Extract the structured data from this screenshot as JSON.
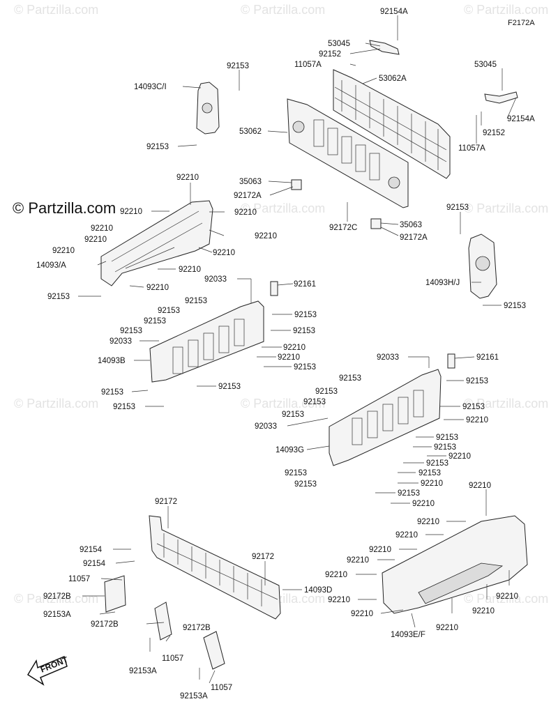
{
  "diagram_code": "F2172A",
  "watermark_text": "© Partzilla.com",
  "front_label": "FRONT",
  "labels": {
    "l01": "92154A",
    "l02": "53045",
    "l03": "92152",
    "l04": "11057A",
    "l05": "53062A",
    "l06": "92153",
    "l07": "14093C/I",
    "l08": "92153",
    "l09": "53062",
    "l10": "53045",
    "l11": "92154A",
    "l12": "92152",
    "l13": "11057A",
    "l14": "92210",
    "l15": "35063",
    "l16": "92172A",
    "l17": "92210",
    "l18": "92210",
    "l19": "92210",
    "l20": "92210",
    "l21": "92210",
    "l22": "92210",
    "l23": "14093/A",
    "l24": "92210",
    "l25": "92210",
    "l26": "92172C",
    "l27": "35063",
    "l28": "92172A",
    "l29": "92153",
    "l30": "14093H/J",
    "l31": "92153",
    "l32": "92210",
    "l33": "92033",
    "l34": "92161",
    "l35": "92153",
    "l36": "92153",
    "l37": "92153",
    "l38": "92153",
    "l39": "92153",
    "l40": "92153",
    "l41": "92033",
    "l42": "92210",
    "l43": "14093B",
    "l44": "92210",
    "l45": "92153",
    "l46": "92153",
    "l47": "92153",
    "l48": "92153",
    "l49": "92033",
    "l50": "92161",
    "l51": "92153",
    "l52": "92153",
    "l53": "92153",
    "l54": "92153",
    "l55": "92153",
    "l56": "92210",
    "l57": "92033",
    "l58": "92153",
    "l59": "14093G",
    "l60": "92153",
    "l61": "92210",
    "l62": "92153",
    "l63": "92153",
    "l64": "92153",
    "l65": "92210",
    "l66": "92153",
    "l67": "92210",
    "l68": "92172",
    "l69": "92210",
    "l70": "92154",
    "l71": "92210",
    "l72": "92210",
    "l73": "92154",
    "l74": "92210",
    "l75": "92172",
    "l76": "11057",
    "l77": "92210",
    "l78": "92172B",
    "l79": "14093D",
    "l80": "92210",
    "l81": "92210",
    "l82": "92153A",
    "l83": "92210",
    "l84": "92210",
    "l85": "92172B",
    "l86": "92172B",
    "l87": "92210",
    "l88": "14093E/F",
    "l89": "11057",
    "l90": "92153A",
    "l91": "92153A",
    "l92": "11057"
  }
}
